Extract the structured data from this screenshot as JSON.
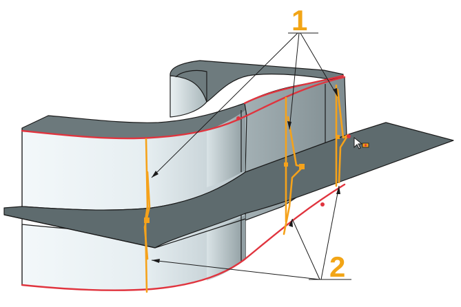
{
  "callouts": [
    {
      "id": "1",
      "label": "1"
    },
    {
      "id": "2",
      "label": "2"
    }
  ],
  "colors": {
    "callout_number": "#F2A516",
    "orange_feature": "#F5A21B",
    "edge_highlight": "#E0343E",
    "body_light": "#EEF4F6",
    "body_mid": "#C9D5D9",
    "body_dark": "#8C9A9E",
    "plane_gray": "#5E6B6E",
    "top_face": "#6F7D80",
    "outline": "#1A1A1A"
  },
  "icons": [
    "mouse-cursor-icon",
    "sketch-constraint-icon"
  ]
}
